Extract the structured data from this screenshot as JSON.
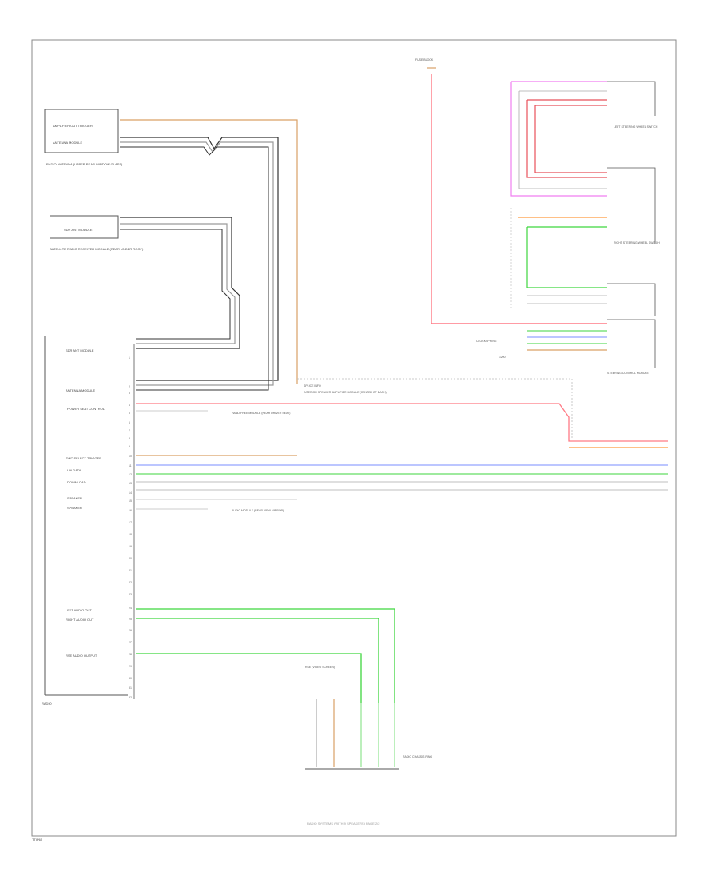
{
  "page_code": "TTIP65",
  "footer_note": "RADIO SYSTEMS (WITH 9 SPEAKERS) PAGE 2/2",
  "colors": {
    "frame": "#888888",
    "box": "#555555",
    "wire_black": "#333333",
    "wire_gray": "#9a9a9a",
    "wire_red": "#ff7a85",
    "wire_orange": "#ff9b3d",
    "wire_tan": "#d9a066",
    "wire_green": "#3ed63e",
    "wire_lightgreen": "#8fe48f",
    "wire_blue": "#7a8cff",
    "wire_magenta": "#f07ef0",
    "wire_darkred": "#e8505a"
  },
  "left_components": {
    "antenna_module": {
      "label_top": "AMPLIFIER OUT TRIGGER",
      "label_bottom": "ANTENNA MODULE",
      "caption": "RADIO ANTENNA (UPPER REAR WINDOW GLASS)"
    },
    "sdr_module": {
      "label": "SDR ANT MODULE",
      "caption": "SATELLITE RADIO RECEIVER MODULE (REAR UNDER ROOF)"
    },
    "radio_labels": [
      "SDR ANT MODULE",
      "ANTENNA MODULE",
      "POWER SEAT CONTROL",
      "SWC SELECT TRIGGER",
      "LIN DATA",
      "DOWNLOAD",
      "SPEAKER",
      "SPEAKER",
      "LEFT AUDIO OUT",
      "RIGHT AUDIO OUT",
      "RSE AUDIO OUTPUT"
    ],
    "radio_caption": "RADIO"
  },
  "center_notes": {
    "module_note": "INTERIOR SPEAKER AMPLIFIER MODULE (CENTER OF DASH)",
    "splice_note": "SPLICE INFO",
    "conn_note_1": "HAND-FREE MODULE (NEAR DRIVER SEAT)",
    "conn_note_2": "AUDIO MODULE (REAR VIEW MIRROR)"
  },
  "right_components": {
    "top_caption": "FUSE BLOCK",
    "left_door_module": "LEFT STEERING WHEEL SWITCH",
    "right_door_module": "RIGHT STEERING WHEEL SWITCH",
    "steering_module": "STEERING CONTROL MODULE",
    "ground_label": "G200",
    "connector_note": "CLOCKSPRING",
    "bottom_connector_caption": "RADIO CHASSIS RING",
    "bottom_connector_note": "RSE (VIDEO SCREEN)"
  }
}
